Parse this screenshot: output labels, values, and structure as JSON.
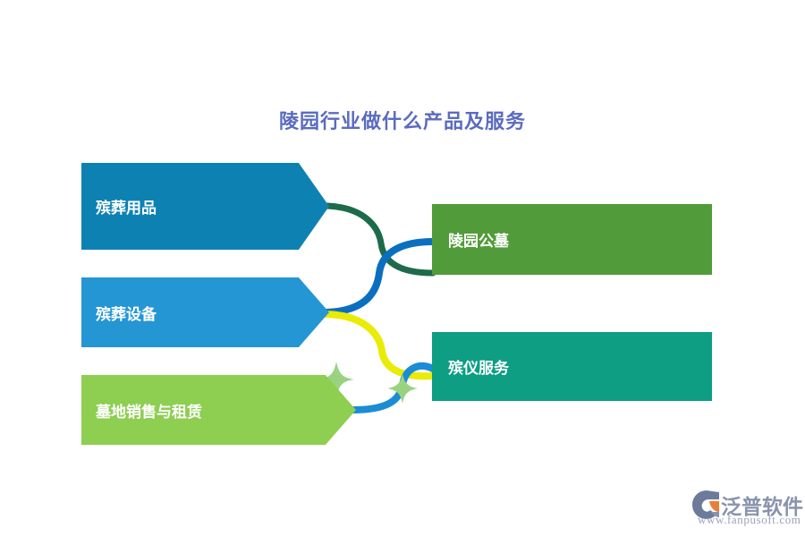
{
  "diagram": {
    "title": "陵园行业做什么产品及服务",
    "title_color": "#5b6bbf",
    "background": "#ffffff",
    "left_nodes": [
      {
        "id": "arrow-1",
        "label": "殡葬用品",
        "shape": "chevron-arrow",
        "color": "#0d82b2",
        "text_color": "#ffffff"
      },
      {
        "id": "arrow-2",
        "label": "殡葬设备",
        "shape": "chevron-arrow",
        "color": "#2596d4",
        "text_color": "#ffffff"
      },
      {
        "id": "arrow-3",
        "label": "墓地销售与租赁",
        "shape": "chevron-arrow",
        "color": "#8ece51",
        "text_color": "#ffffff"
      }
    ],
    "right_nodes": [
      {
        "id": "box-1",
        "label": "陵园公墓",
        "shape": "rectangle",
        "color": "#529b3a",
        "text_color": "#ffffff"
      },
      {
        "id": "box-2",
        "label": "殡仪服务",
        "shape": "rectangle",
        "color": "#0d9e84",
        "text_color": "#ffffff"
      }
    ],
    "connectors": [
      {
        "id": "connector-1",
        "from": "arrow-1",
        "to": "box-1",
        "color": "#1d6b4b"
      },
      {
        "id": "connector-2",
        "from": "arrow-2",
        "to": "box-1",
        "color": "#0b6fc0"
      },
      {
        "id": "connector-3",
        "from": "arrow-2",
        "to": "box-2",
        "color": "#e8ec06"
      },
      {
        "id": "connector-4",
        "from": "arrow-3",
        "to": "box-2",
        "color": "#1b8dd4"
      }
    ],
    "sparkles": [
      {
        "id": "sparkle-1",
        "color": "#9ad37f"
      },
      {
        "id": "sparkle-2",
        "color": "#9ad37f"
      }
    ]
  },
  "brand": {
    "name": "泛普软件",
    "url": "www.fanpusoft.com",
    "icon": "fanpu-swoosh-logo",
    "text_color": "#8a93ad",
    "icon_color": "#6c7a9c",
    "icon_accent": "#e8803a"
  }
}
